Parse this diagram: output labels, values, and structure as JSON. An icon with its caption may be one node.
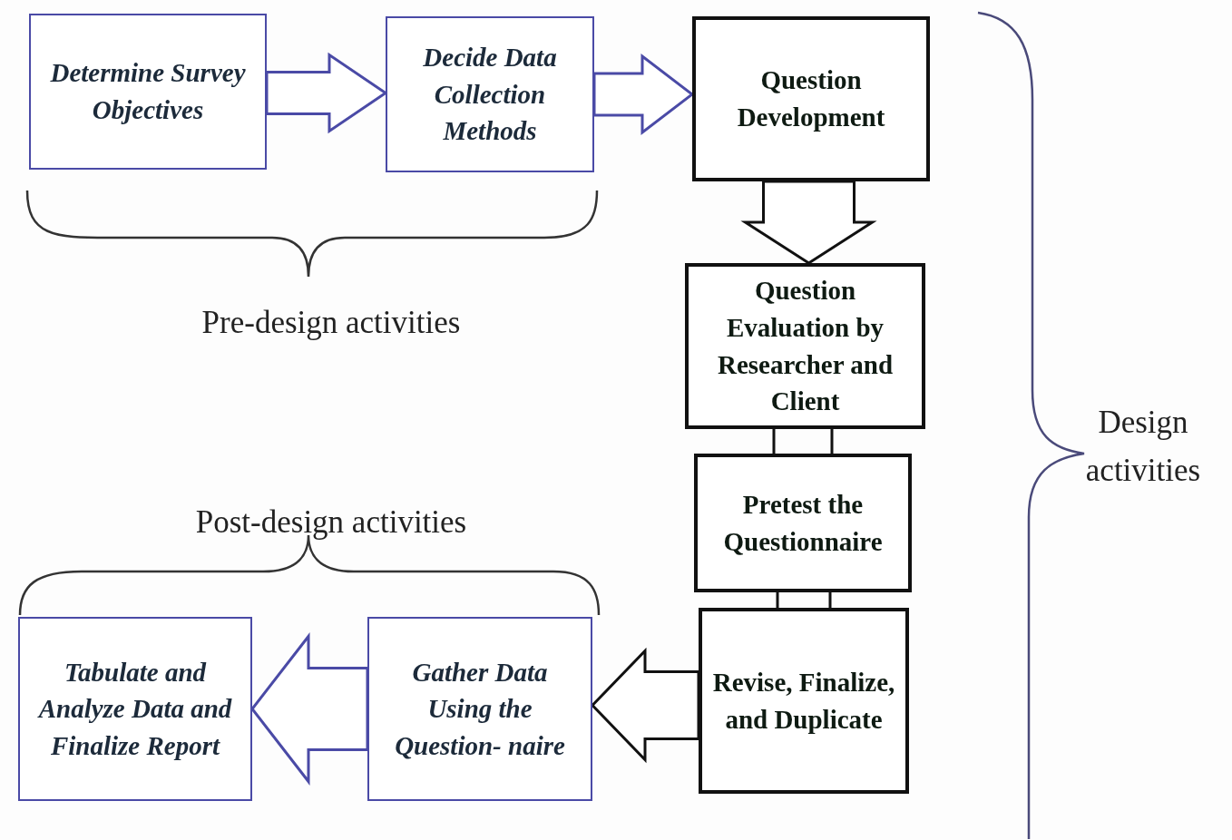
{
  "diagram": {
    "nodes": [
      {
        "text": [
          "Determine Survey Objectives"
        ]
      },
      {
        "text": [
          "Decide Data Collection Methods"
        ]
      },
      {
        "text": [
          "Question Development"
        ]
      },
      {
        "text": [
          "Question Evaluation by Researcher and Client"
        ]
      },
      {
        "text": [
          "Pretest the Questionnaire"
        ]
      },
      {
        "text": [
          "Revise, Finalize, and Duplicate"
        ]
      },
      {
        "text": [
          "Gather Data Using the Question- naire"
        ]
      },
      {
        "text": [
          "Tabulate and Analyze Data and Finalize Report"
        ]
      }
    ],
    "edges": [
      {
        "from": 0,
        "to": 1,
        "arrow": "to",
        "color": "#4a4aa6"
      },
      {
        "from": 1,
        "to": 2,
        "arrow": "to",
        "color": "#4a4aa6"
      },
      {
        "from": 2,
        "to": 3,
        "arrow": "to"
      },
      {
        "from": 3,
        "to": 4,
        "arrow": "none"
      },
      {
        "from": 4,
        "to": 5,
        "arrow": "none"
      },
      {
        "from": 5,
        "to": 6,
        "arrow": "to"
      },
      {
        "from": 6,
        "to": 7,
        "arrow": "to",
        "color": "#4a4aa6"
      }
    ],
    "labels": [
      "Pre-design activities",
      "Post-design activities",
      "Design activities"
    ]
  }
}
